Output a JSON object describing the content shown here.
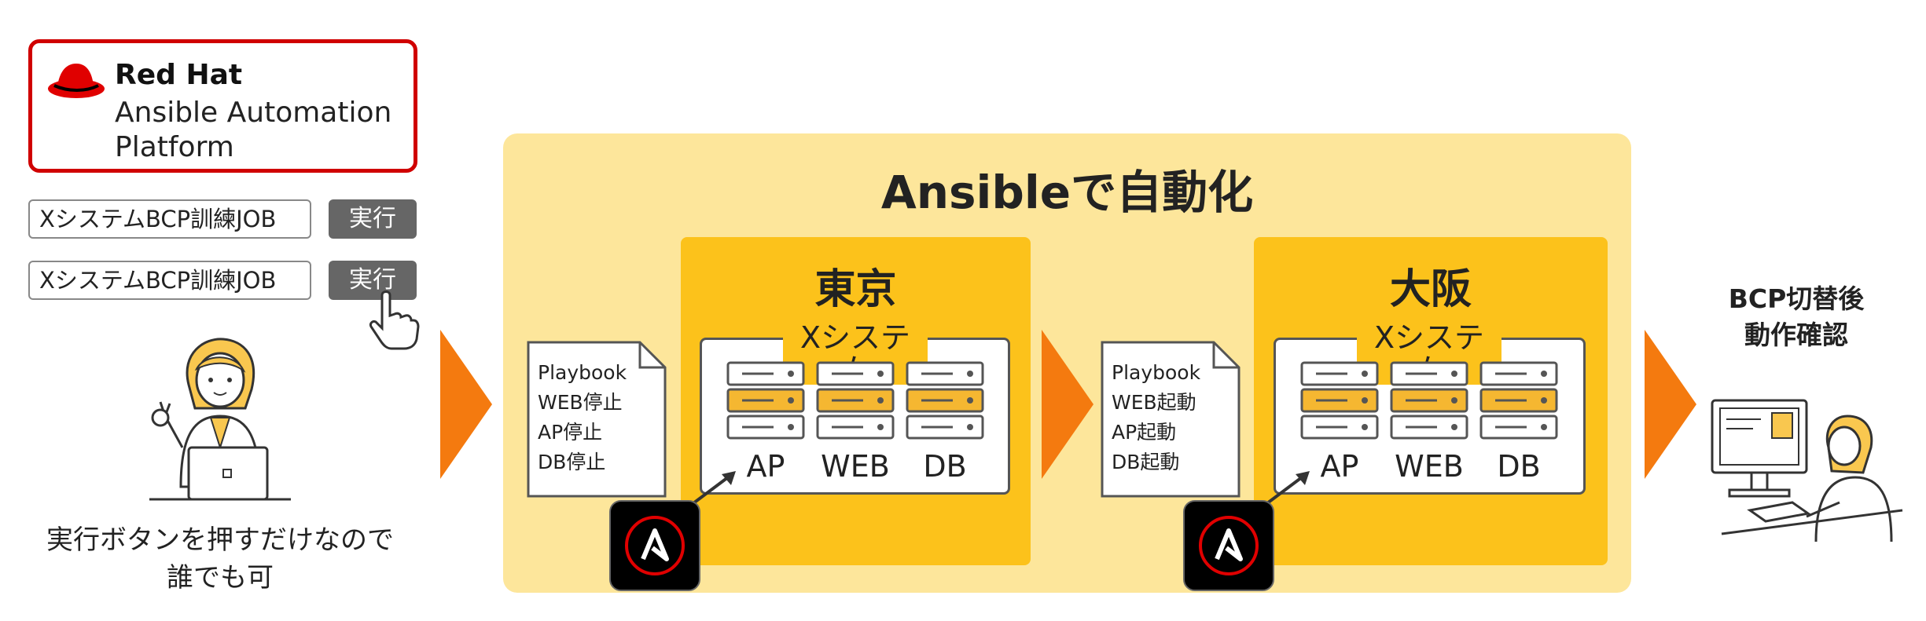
{
  "logo": {
    "brand": "Red Hat",
    "product_line1": "Ansible Automation",
    "product_line2": "Platform"
  },
  "jobs": [
    {
      "label": "XシステムBCP訓練JOB",
      "button": "実行"
    },
    {
      "label": "XシステムBCP訓練JOB",
      "button": "実行"
    }
  ],
  "left_note": {
    "line1": "実行ボタンを押すだけなので",
    "line2": "誰でも可"
  },
  "main": {
    "title": "Ansibleで自動化"
  },
  "sites": [
    {
      "name": "東京",
      "system": "Xシステム",
      "servers": [
        "AP",
        "WEB",
        "DB"
      ],
      "playbook": [
        "Playbook",
        "WEB停止",
        "AP停止",
        "DB停止"
      ]
    },
    {
      "name": "大阪",
      "system": "Xシステム",
      "servers": [
        "AP",
        "WEB",
        "DB"
      ],
      "playbook": [
        "Playbook",
        "WEB起動",
        "AP起動",
        "DB起動"
      ]
    }
  ],
  "right_note": {
    "line1": "BCP切替後",
    "line2": "動作確認"
  },
  "colors": {
    "panel": "#fde69b",
    "site": "#fcc21b",
    "arrow": "#f47a0f",
    "redhat": "#d00000"
  }
}
